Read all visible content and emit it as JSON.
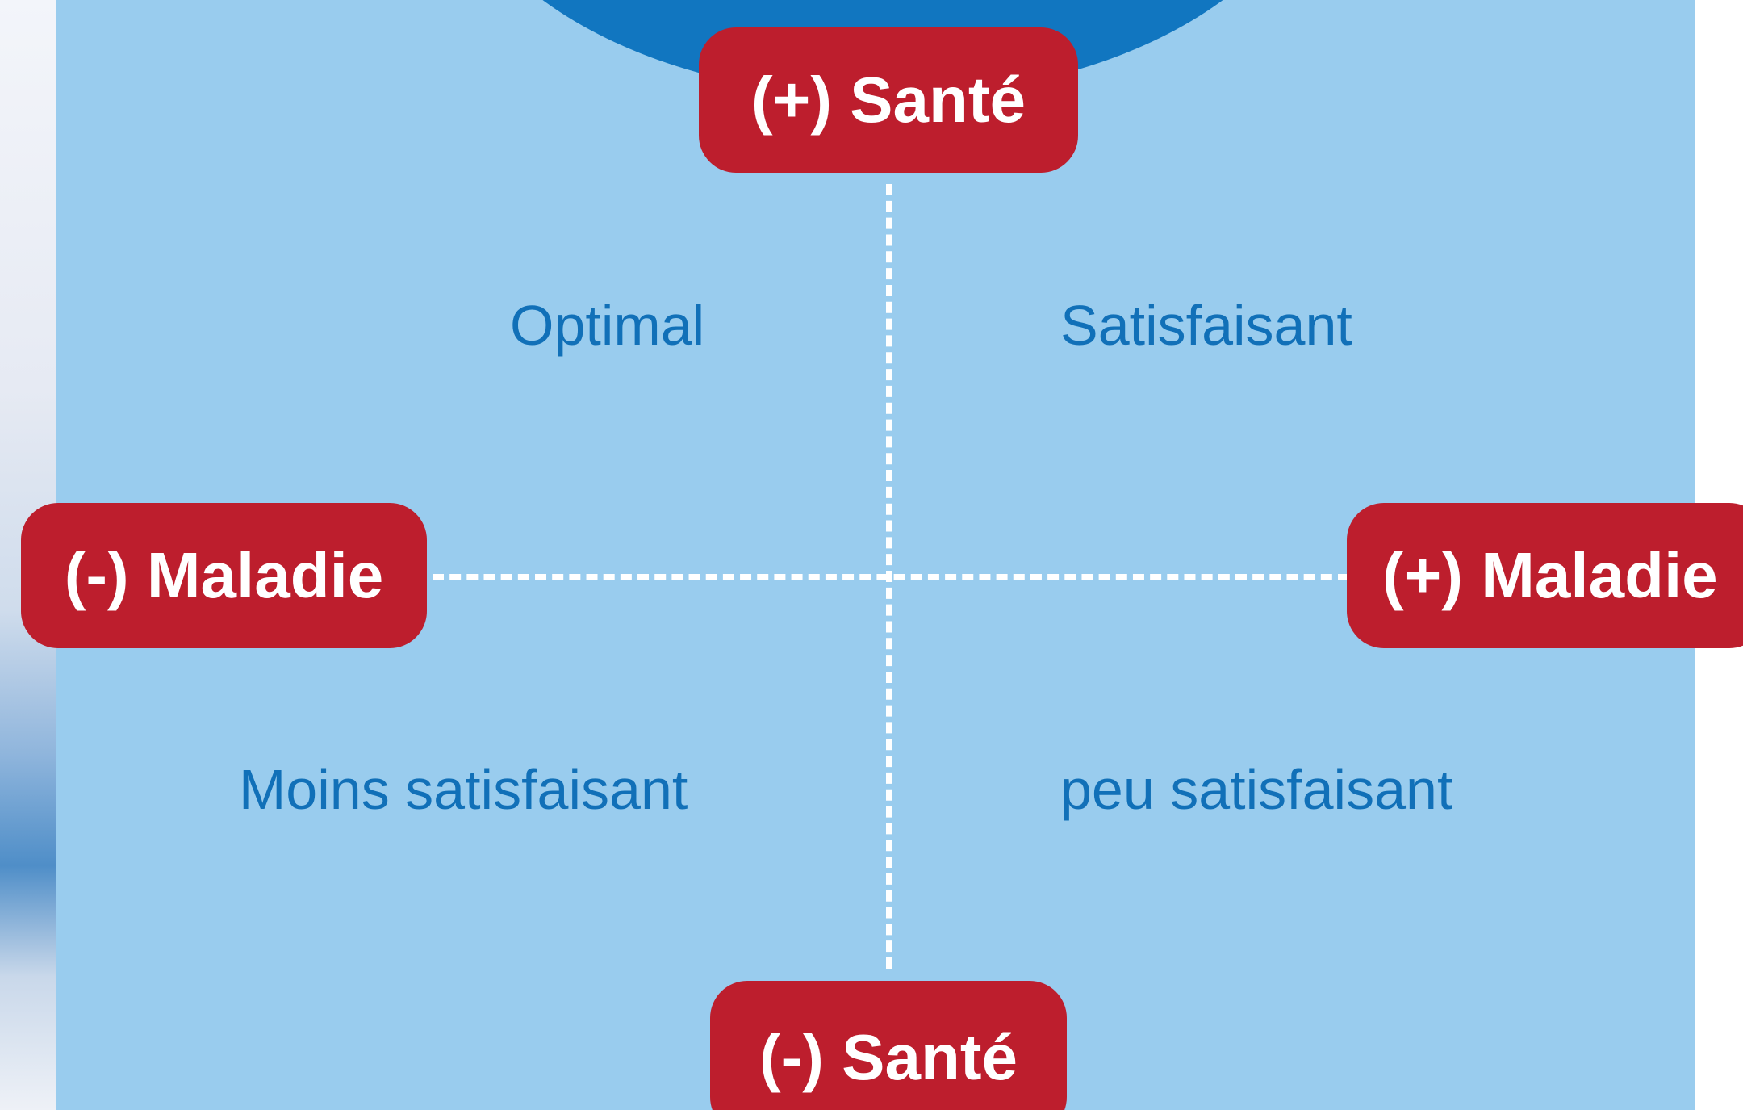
{
  "poles": {
    "sante_plus": "(+) Santé",
    "sante_minus": "(-) Santé",
    "maladie_minus": "(-) Maladie",
    "maladie_plus": "(+) Maladie"
  },
  "quadrants": {
    "top_left": "Optimal",
    "top_right": "Satisfaisant",
    "bottom_left": "Moins satisfaisant",
    "bottom_right": "peu satisfaisant"
  },
  "colors": {
    "panel_background": "#99ccee",
    "top_arc": "#1176c0",
    "pole_badge": "#bd1e2d",
    "pole_text": "#ffffff",
    "quadrant_text": "#1170b8",
    "axis_line": "#ffffff"
  }
}
